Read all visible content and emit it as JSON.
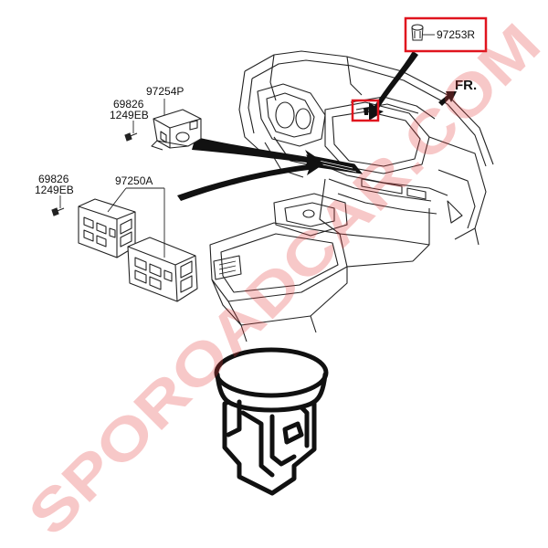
{
  "labels": {
    "part_97253r": "97253R",
    "part_97254p": "97254P",
    "part_97250a": "97250A",
    "code_69826_a": "69826",
    "code_1249eb_a": "1249EB",
    "code_69826_b": "69826",
    "code_1249eb_b": "1249EB",
    "direction": "FR."
  },
  "watermark": "SPOROADCAR.COM",
  "colors": {
    "highlight": "#e0141e",
    "line": "#222222",
    "watermark": "#e23a3a"
  }
}
